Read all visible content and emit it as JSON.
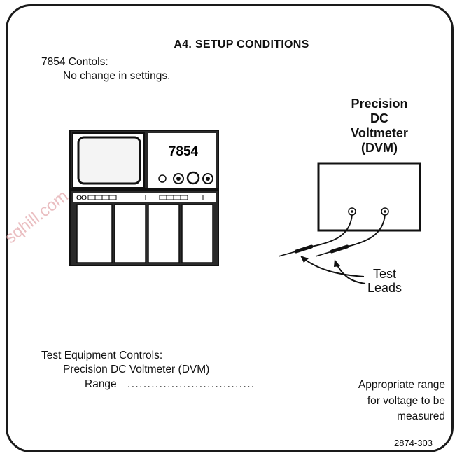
{
  "title": "A4. SETUP CONDITIONS",
  "controls": {
    "heading": "7854 Contols:",
    "setting": "No change in settings."
  },
  "scope": {
    "model": "7854"
  },
  "dvm": {
    "line1": "Precision",
    "line2": "DC",
    "line3": "Voltmeter",
    "line4": "(DVM)"
  },
  "leads": {
    "line1": "Test",
    "line2": "Leads"
  },
  "test_equipment": {
    "heading": "Test Equipment Controls:",
    "instrument": "Precision DC Voltmeter (DVM)",
    "range_label": "Range",
    "leader": "................................",
    "range_value_1": "Appropriate range",
    "range_value_2": "for voltage to be",
    "range_value_3": "measured"
  },
  "figure_number": "2874-303",
  "watermark": "sqhill.com"
}
